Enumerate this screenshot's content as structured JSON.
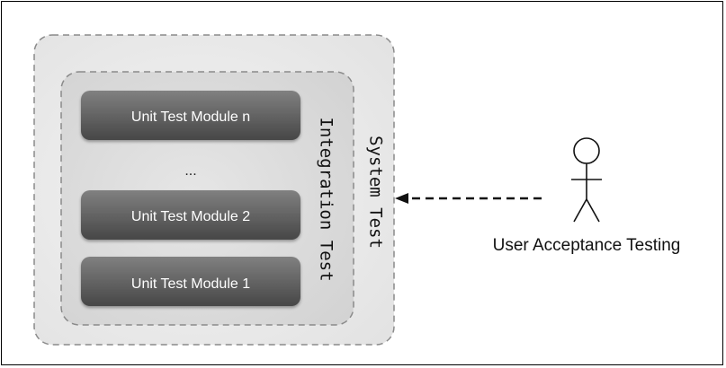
{
  "diagram": {
    "system_label": "System Test",
    "integration_label": "Integration Test",
    "modules": [
      "Unit Test Module n",
      "...",
      "Unit Test Module 2",
      "Unit Test Module 1"
    ],
    "actor_label": "User Acceptance Testing"
  },
  "colors": {
    "module_fill_top": "#7a7a7a",
    "module_fill_bottom": "#444444",
    "container_fill": "#eeeeee",
    "inner_container_fill": "#dddddd",
    "dashed_stroke": "#888888"
  }
}
